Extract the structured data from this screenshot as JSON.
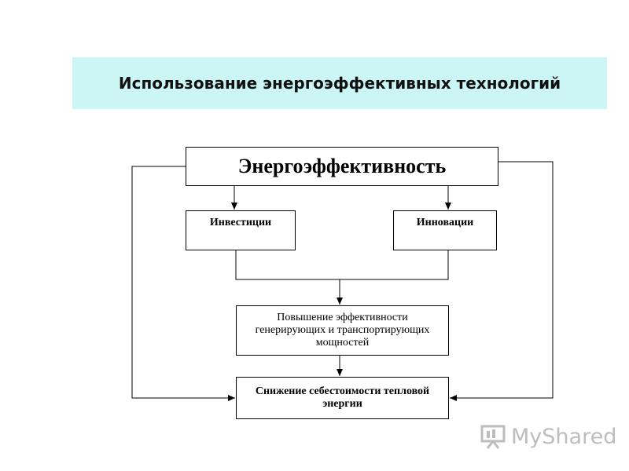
{
  "title": "Использование энергоэффективных технологий",
  "diagram": {
    "nodes": {
      "energy_efficiency": "Энергоэффективность",
      "investments": "Инвестиции",
      "innovations": "Инновации",
      "efficiency_improvement": "Повышение эффективности генерирующих и транспортирующих мощностей",
      "cost_reduction": "Снижение себестоимости тепловой энергии"
    },
    "edges": [
      {
        "from": "energy_efficiency",
        "to": "investments"
      },
      {
        "from": "energy_efficiency",
        "to": "innovations"
      },
      {
        "from": "investments",
        "to": "efficiency_improvement"
      },
      {
        "from": "innovations",
        "to": "efficiency_improvement"
      },
      {
        "from": "efficiency_improvement",
        "to": "cost_reduction"
      },
      {
        "from": "energy_efficiency",
        "to": "cost_reduction",
        "side": "left"
      },
      {
        "from": "energy_efficiency",
        "to": "cost_reduction",
        "side": "right"
      }
    ]
  },
  "watermark": {
    "text": "MyShared",
    "icon": "presentation-board-icon"
  },
  "colors": {
    "title_band": "#ccf6f6",
    "lines": "#000000",
    "watermark": "#bdbdbd"
  }
}
